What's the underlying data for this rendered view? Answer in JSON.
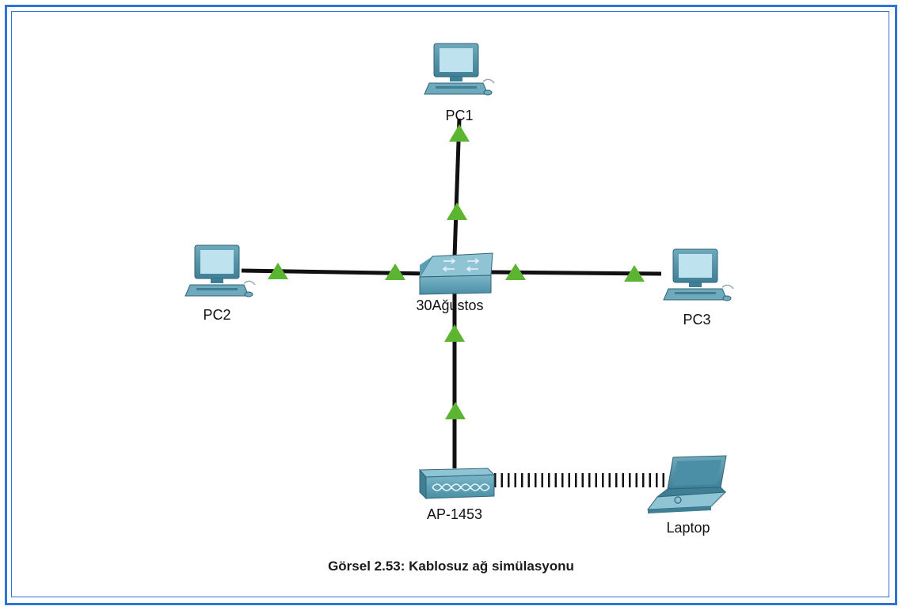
{
  "devices": {
    "pc1": {
      "label": "PC1",
      "icon": "desktop-pc-icon"
    },
    "pc2": {
      "label": "PC2",
      "icon": "desktop-pc-icon"
    },
    "pc3": {
      "label": "PC3",
      "icon": "desktop-pc-icon"
    },
    "switch": {
      "label": "30Ağustos",
      "icon": "network-switch-icon"
    },
    "ap": {
      "label": "AP-1453",
      "icon": "access-point-icon"
    },
    "laptop": {
      "label": "Laptop",
      "icon": "laptop-icon"
    }
  },
  "links": [
    {
      "from": "switch",
      "to": "pc1",
      "type": "wired",
      "status": "up"
    },
    {
      "from": "switch",
      "to": "pc2",
      "type": "wired",
      "status": "up"
    },
    {
      "from": "switch",
      "to": "pc3",
      "type": "wired",
      "status": "up"
    },
    {
      "from": "switch",
      "to": "ap",
      "type": "wired",
      "status": "up"
    },
    {
      "from": "ap",
      "to": "laptop",
      "type": "wireless"
    }
  ],
  "caption": "Görsel 2.53: Kablosuz ağ simülasyonu",
  "colors": {
    "frame": "#2e75d6",
    "link": "#111111",
    "status_up": "#5cb531",
    "device_body": "#4a8fa6",
    "device_light": "#8fc4d4",
    "screen": "#bfe3ee"
  }
}
